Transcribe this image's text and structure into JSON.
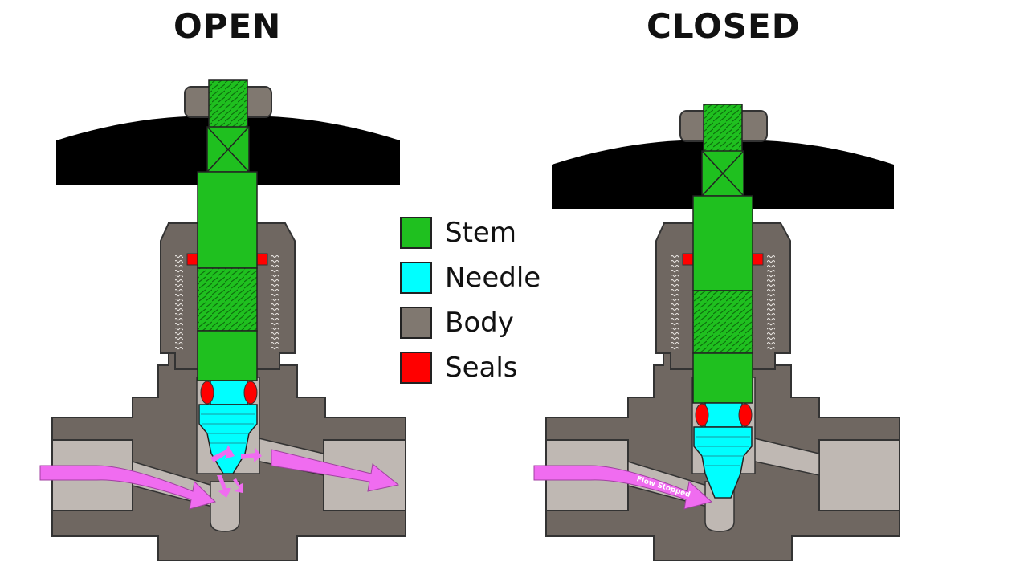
{
  "titles": {
    "open": "OPEN",
    "closed": "CLOSED"
  },
  "legend": [
    {
      "label": "Stem",
      "color": "#1fc01f"
    },
    {
      "label": "Needle",
      "color": "#00ffff"
    },
    {
      "label": "Body",
      "color": "#807870"
    },
    {
      "label": "Seals",
      "color": "#ff0000"
    }
  ],
  "annotation": {
    "flow_stopped": "Flow Stopped"
  },
  "colors": {
    "handle": "#000000",
    "body_dark": "#6f6761",
    "body_light": "#bfb8b3",
    "flow": "#f06cf0",
    "outline": "#333333"
  }
}
